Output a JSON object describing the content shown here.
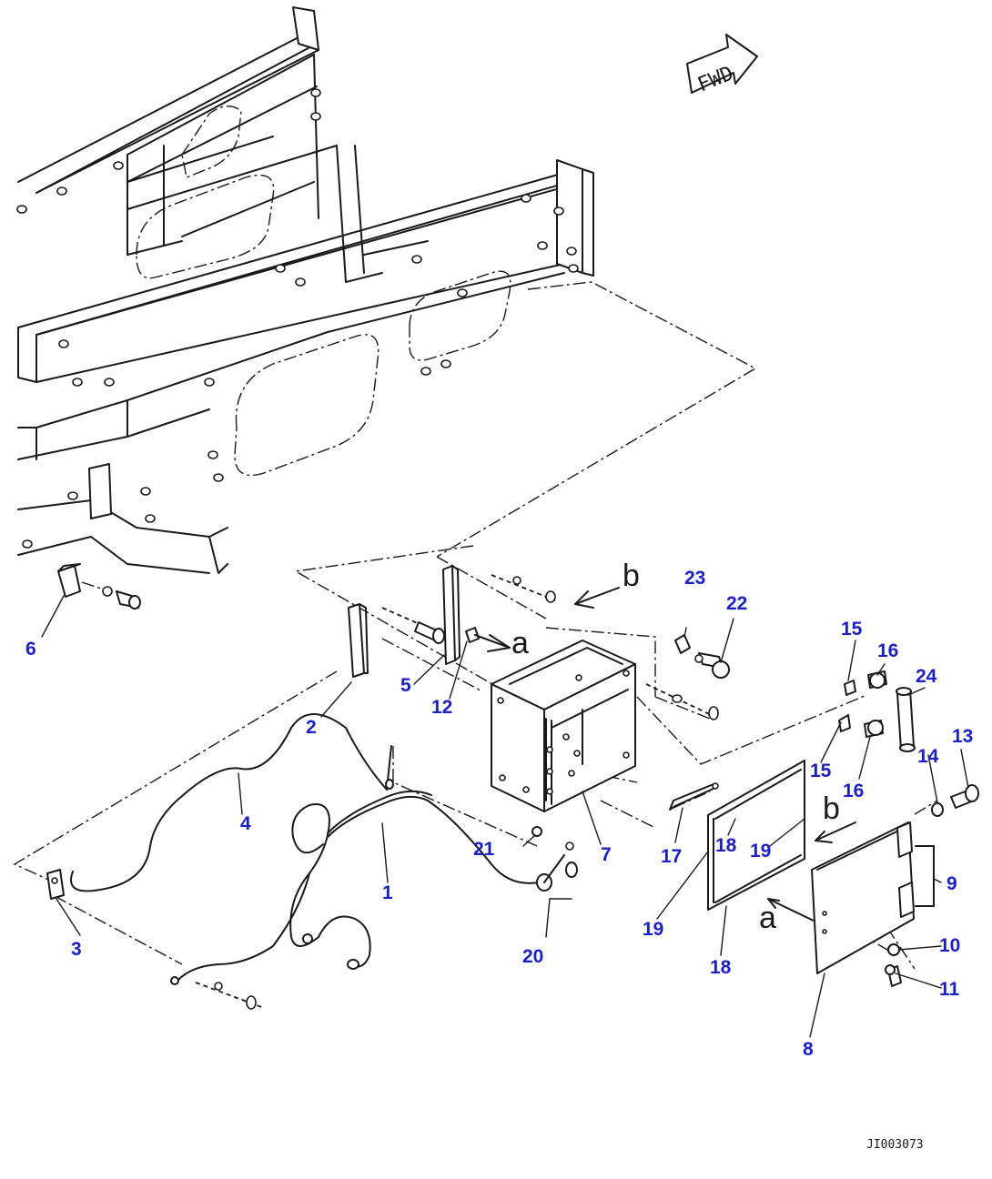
{
  "fwd_label": "FWD",
  "drawing_code": "JI003073",
  "view_marks": {
    "a_top": "a",
    "a_bottom": "a",
    "b_top": "b",
    "b_bottom": "b"
  },
  "callouts": [
    {
      "id": "c1",
      "text": "1"
    },
    {
      "id": "c2",
      "text": "2"
    },
    {
      "id": "c3",
      "text": "3"
    },
    {
      "id": "c4",
      "text": "4"
    },
    {
      "id": "c5",
      "text": "5"
    },
    {
      "id": "c6",
      "text": "6"
    },
    {
      "id": "c7",
      "text": "7"
    },
    {
      "id": "c8",
      "text": "8"
    },
    {
      "id": "c9",
      "text": "9"
    },
    {
      "id": "c10",
      "text": "10"
    },
    {
      "id": "c11",
      "text": "11"
    },
    {
      "id": "c12",
      "text": "12"
    },
    {
      "id": "c13",
      "text": "13"
    },
    {
      "id": "c14",
      "text": "14"
    },
    {
      "id": "c15a",
      "text": "15"
    },
    {
      "id": "c15b",
      "text": "15"
    },
    {
      "id": "c16a",
      "text": "16"
    },
    {
      "id": "c16b",
      "text": "16"
    },
    {
      "id": "c17",
      "text": "17"
    },
    {
      "id": "c18a",
      "text": "18"
    },
    {
      "id": "c18b",
      "text": "18"
    },
    {
      "id": "c19a",
      "text": "19"
    },
    {
      "id": "c19b",
      "text": "19"
    },
    {
      "id": "c20",
      "text": "20"
    },
    {
      "id": "c21",
      "text": "21"
    },
    {
      "id": "c22",
      "text": "22"
    },
    {
      "id": "c23",
      "text": "23"
    },
    {
      "id": "c24",
      "text": "24"
    }
  ]
}
